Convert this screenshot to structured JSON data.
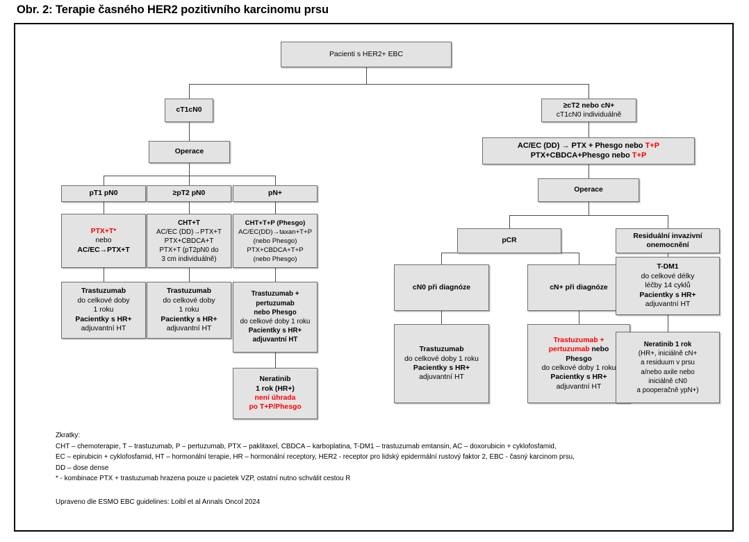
{
  "title": "Obr. 2: Terapie časného HER2 pozitivního karcinomu prsu",
  "colors": {
    "box_fill": "#e3e3e3",
    "box_border": "#6e6e6e",
    "frame_border": "#000000",
    "accent_red": "#ff0000",
    "connector": "#4a4a4a"
  },
  "nodes": {
    "root": {
      "line1": "Pacienti s HER2+ EBC"
    },
    "ct1cn0": {
      "line1": "cT1cN0"
    },
    "ct2_cn": {
      "line1": "≥cT2 nebo cN+",
      "line2": "cT1cN0 individuálně"
    },
    "neoadj": {
      "line1_a": "AC/EC (DD) → PTX + Phesgo nebo ",
      "line1_b": "T+P",
      "line2_a": "PTX+CBDCA+Phesgo nebo ",
      "line2_b": "T+P"
    },
    "operace_left": {
      "line1": "Operace"
    },
    "operace_right": {
      "line1": "Operace"
    },
    "pt1pn0": {
      "line1": "pT1 pN0"
    },
    "pt2pn0": {
      "line1": "≥pT2 pN0"
    },
    "pnplus": {
      "line1": "pN+"
    },
    "tx_pt1pn0": {
      "line1": "PTX+T*",
      "line2": "nebo",
      "line3": "AC/EC→PTX+T"
    },
    "tx_pt2pn0": {
      "line1": "CHT+T",
      "line2": "AC/EC (DD)→PTX+T",
      "line3": "PTX+CBDCA+T",
      "line4": "PTX+T (pT2pN0 do",
      "line5": "3 cm individuálně)"
    },
    "tx_pnplus": {
      "line1": "CHT+T+P (Phesgo)",
      "line2": "AC/EC(DD)→taxan+T+P",
      "line3": "(nebo Phesgo)",
      "line4": "PTX+CBDCA+T+P",
      "line5": "(nebo Phesgo)"
    },
    "trast_pt1pn0": {
      "line1": "Trastuzumab",
      "line2": "do celkové doby",
      "line3": "1 roku",
      "line4": "Pacientky s HR+",
      "line5": "adjuvantní HT"
    },
    "trast_pt2pn0": {
      "line1": "Trastuzumab",
      "line2": "do celkové doby",
      "line3": "1 roku",
      "line4": "Pacientky s HR+",
      "line5": "adjuvantní HT"
    },
    "trast_pnplus": {
      "line1": "Trastuzumab +",
      "line2": "pertuzumab",
      "line3": "nebo Phesgo",
      "line4": "do celkové doby 1 roku",
      "line5": "Pacientky s HR+",
      "line6": "adjuvantní HT"
    },
    "neratinib_left": {
      "line1": "Neratinib",
      "line2": "1 rok (HR+)",
      "line3": "není úhrada",
      "line4": "po T+P/Phesgo"
    },
    "pcr": {
      "line1": "pCR"
    },
    "residual": {
      "line1": "Residuální invazivní",
      "line2": "onemocnění"
    },
    "cn0_diag": {
      "line1": "cN0 při diagnóze"
    },
    "cnplus_diag": {
      "line1": "cN+ při diagnóze"
    },
    "trast_cn0": {
      "line1": "Trastuzumab",
      "line2": "do celkové doby 1 roku",
      "line3": "Pacientky s HR+",
      "line4": "adjuvantní HT"
    },
    "trast_cnplus": {
      "line1_a": "Trastuzumab +",
      "line2_a": "pertuzumab",
      "line2_b": " nebo",
      "line3": "Phesgo",
      "line4": "do celkové doby 1 roku",
      "line5": "Pacientky s HR+",
      "line6": "adjuvantní HT"
    },
    "tdm1": {
      "line1": "T-DM1",
      "line2": "do celkové délky",
      "line3": "léčby 14 cyklů",
      "line4": "Pacientky s HR+",
      "line5": "adjuvantní HT"
    },
    "neratinib_right": {
      "line1": "Neratinib 1 rok",
      "line2": "(HR+, iniciálně cN+",
      "line3": "a residuum v prsu",
      "line4": "a/nebo axile nebo",
      "line5": "iniciálně cN0",
      "line6": "a pooperačně ypN+)"
    }
  },
  "legend": {
    "heading": "Zkratky:",
    "line1": "CHT – chemoterapie, T – trastuzumab, P – pertuzumab, PTX – paklitaxel, CBDCA – karboplatina, T-DM1 – trastuzumab emtansin, AC – doxorubicin + cyklofosfamid,",
    "line2": "EC – epirubicin + cyklofosfamid, HT – hormonální terapie, HR – hormonální receptory, HER2 - receptor pro lidský epidermální rustový faktor 2, EBC - časný karcinom prsu,",
    "line3": "DD – dose dense",
    "line4": "* - kombinace PTX + trastuzumab hrazena pouze u pacietek VZP, ostatní nutno schválit cestou R"
  },
  "source": "Upraveno dle ESMO EBC guidelines: Loibl et al Annals Oncol 2024"
}
